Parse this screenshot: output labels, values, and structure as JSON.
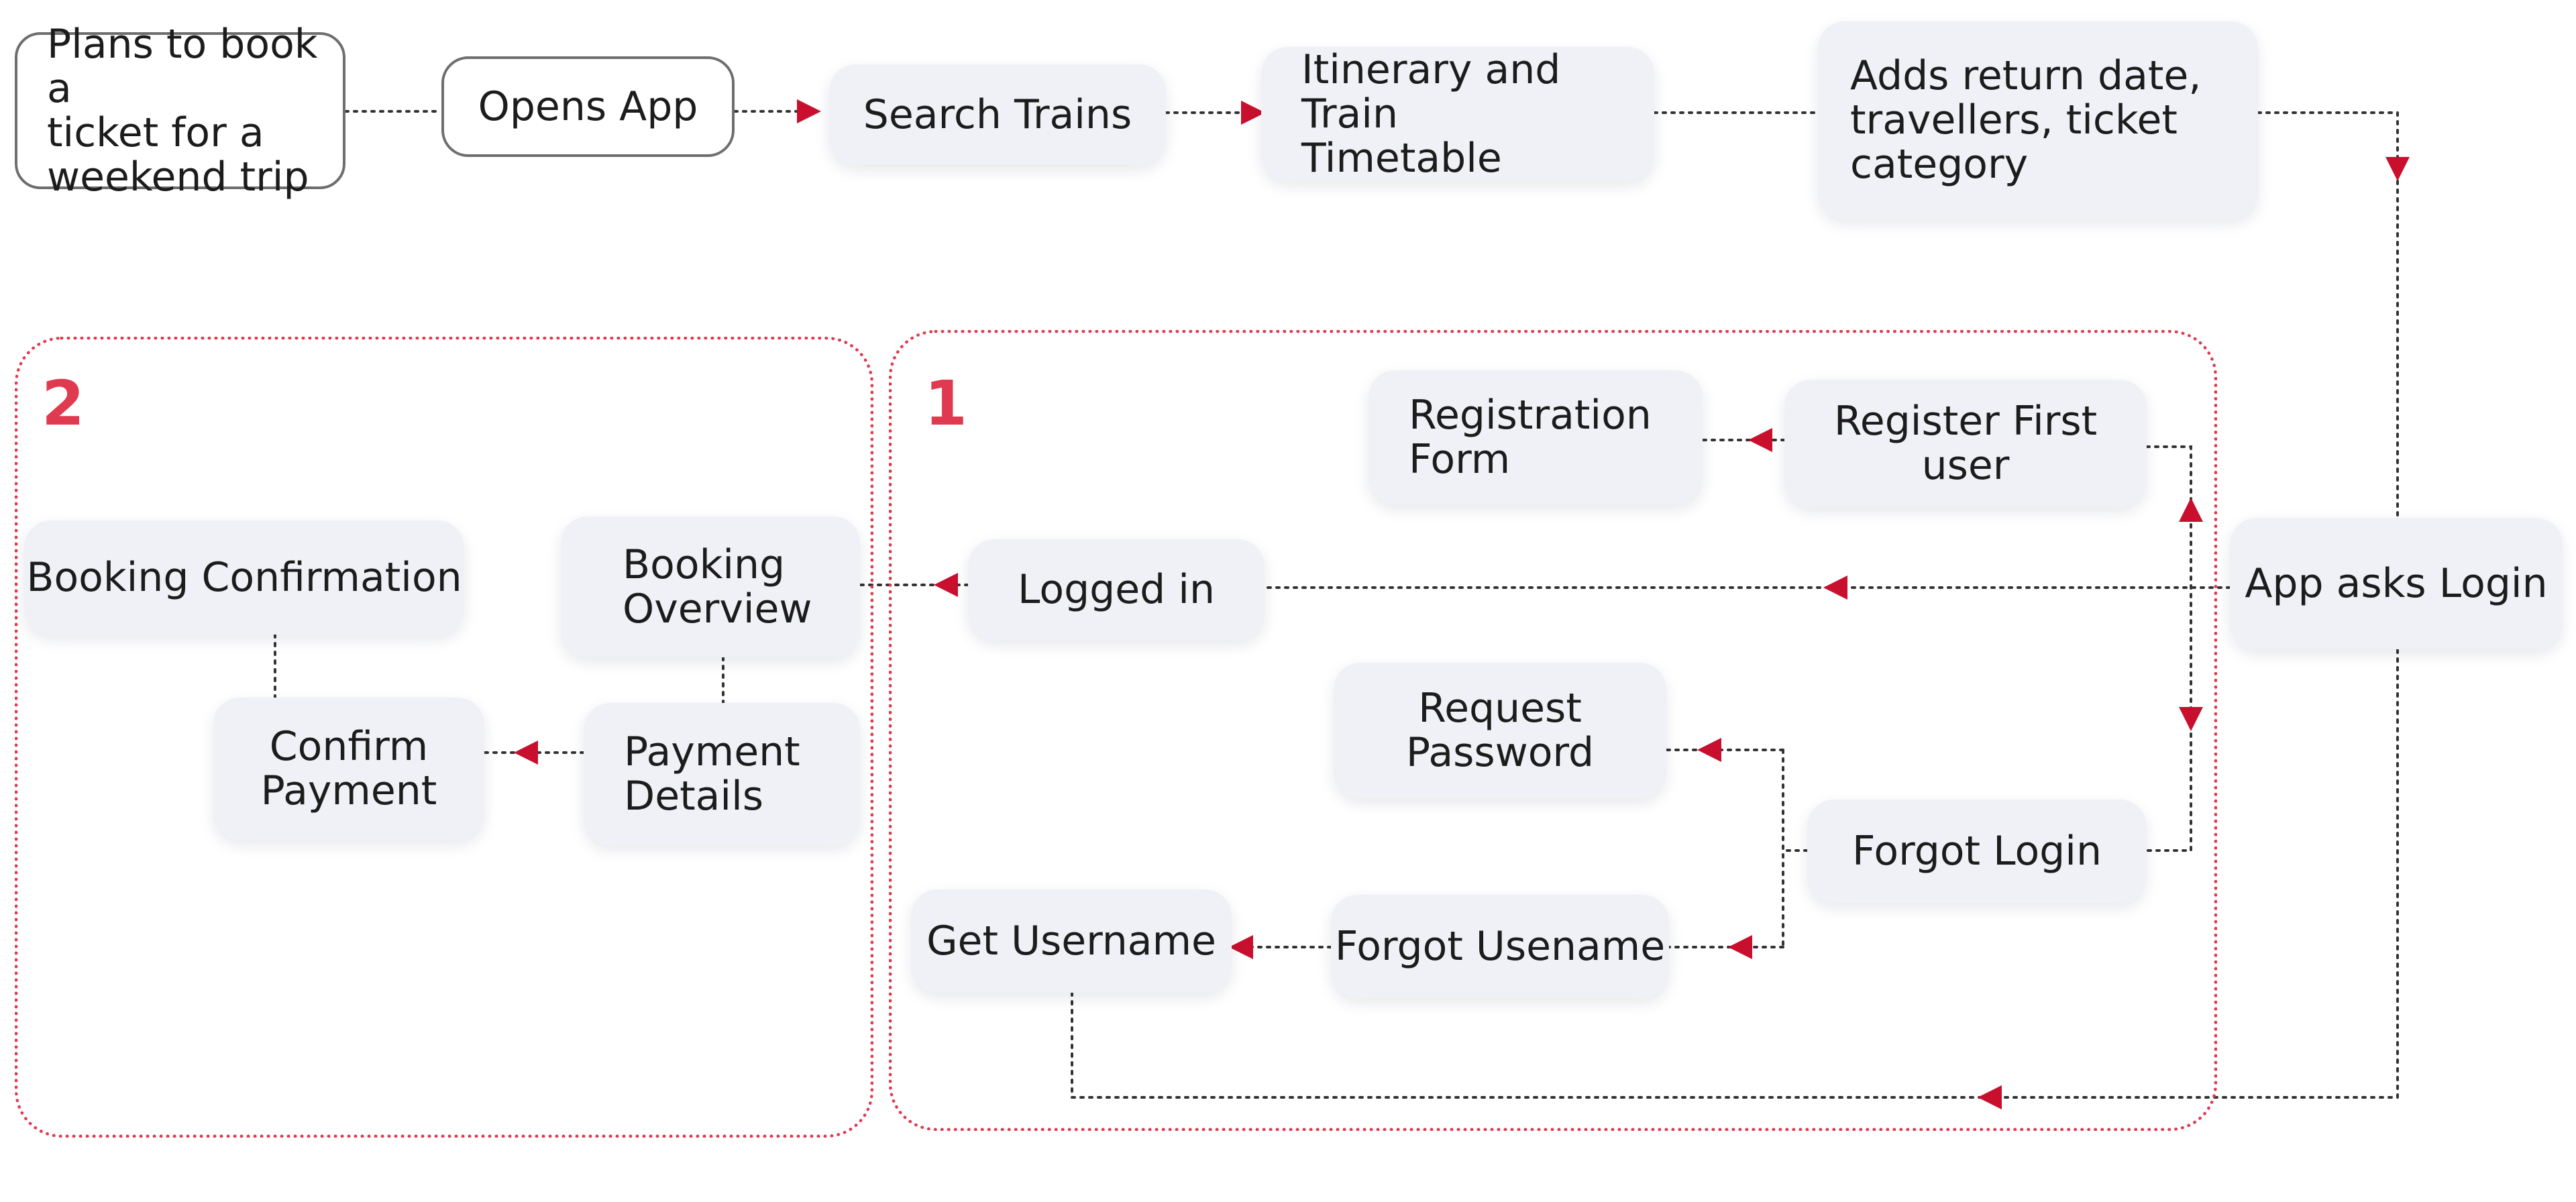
{
  "colors": {
    "accent": "#e03a50",
    "arrow": "#c8102e",
    "node_fill": "#f0f1f7",
    "text": "#1c1c1c",
    "connector": "#333333"
  },
  "groups": [
    {
      "id": "group-2",
      "number": "2"
    },
    {
      "id": "group-1",
      "number": "1"
    }
  ],
  "nodes": {
    "plans": {
      "label": "Plans to book a\nticket for a\nweekend trip"
    },
    "opens_app": {
      "label": "Opens App"
    },
    "search": {
      "label": "Search Trains"
    },
    "itinerary": {
      "label": "Itinerary and Train\nTimetable"
    },
    "adds_return": {
      "label": "Adds return date,\ntravellers, ticket\ncategory"
    },
    "registration": {
      "label": "Registration\nForm"
    },
    "register": {
      "label": "Register First user"
    },
    "app_login": {
      "label": "App asks Login"
    },
    "logged_in": {
      "label": "Logged in"
    },
    "booking_ov": {
      "label": "Booking\nOverview"
    },
    "booking_conf": {
      "label": "Booking Confirmation"
    },
    "confirm_pay": {
      "label": "Confirm\nPayment"
    },
    "payment": {
      "label": "Payment\nDetails"
    },
    "request_pw": {
      "label": "Request\nPassword"
    },
    "forgot_login": {
      "label": "Forgot Login"
    },
    "forgot_user": {
      "label": "Forgot Usename"
    },
    "get_user": {
      "label": "Get Username"
    }
  }
}
